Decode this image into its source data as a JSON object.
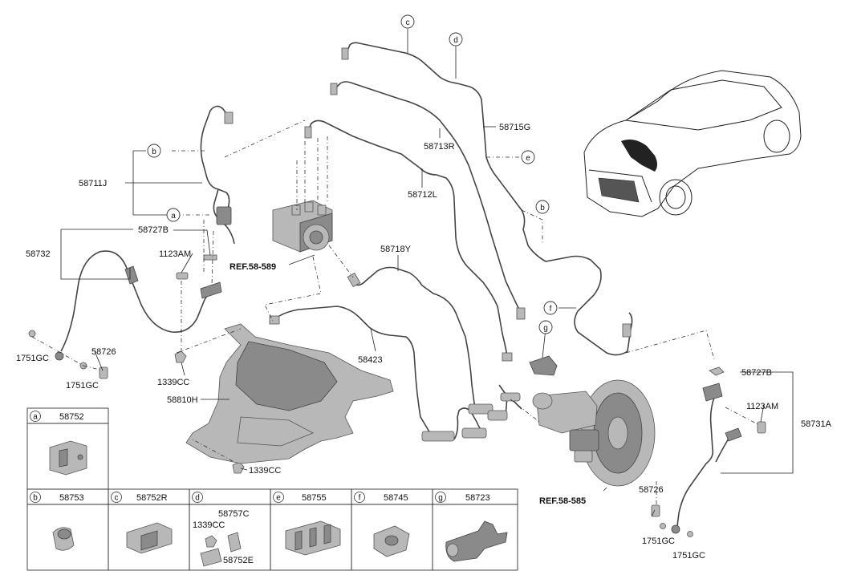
{
  "labels": {
    "l58711J": "58711J",
    "l58727B_left": "58727B",
    "l58732": "58732",
    "l1123AM_left": "1123AM",
    "lref589": "REF.58-589",
    "l1751GC_a": "1751GC",
    "l58726_left": "58726",
    "l1751GC_b": "1751GC",
    "l1339CC_a": "1339CC",
    "l58810H": "58810H",
    "l1339CC_b": "1339CC",
    "l58715G": "58715G",
    "l58713R": "58713R",
    "l58712L": "58712L",
    "l58718Y": "58718Y",
    "l58423": "58423",
    "l58727B_right": "58727B",
    "l1123AM_right": "1123AM",
    "l58731A": "58731A",
    "lref585": "REF.58-585",
    "l58726_right": "58726",
    "l1751GC_c": "1751GC",
    "l1751GC_d": "1751GC"
  },
  "callouts": {
    "c_top": "c",
    "d_top": "d",
    "e_right": "e",
    "b_left": "b",
    "a_left": "a",
    "b_mid": "b",
    "f_mid": "f",
    "g_mid": "g"
  },
  "legend": {
    "a": {
      "letter": "a",
      "part": "58752"
    },
    "b": {
      "letter": "b",
      "part": "58753"
    },
    "c": {
      "letter": "c",
      "part": "58752R"
    },
    "d": {
      "letter": "d",
      "part_a": "58757C",
      "part_b": "1339CC",
      "part_c": "58752E"
    },
    "e": {
      "letter": "e",
      "part": "58755"
    },
    "f": {
      "letter": "f",
      "part": "58745"
    },
    "g": {
      "letter": "g",
      "part": "58723"
    }
  },
  "colors": {
    "line": "#444444",
    "part_fill": "#b8b8b8",
    "part_dark": "#8a8a8a",
    "background": "#ffffff"
  }
}
